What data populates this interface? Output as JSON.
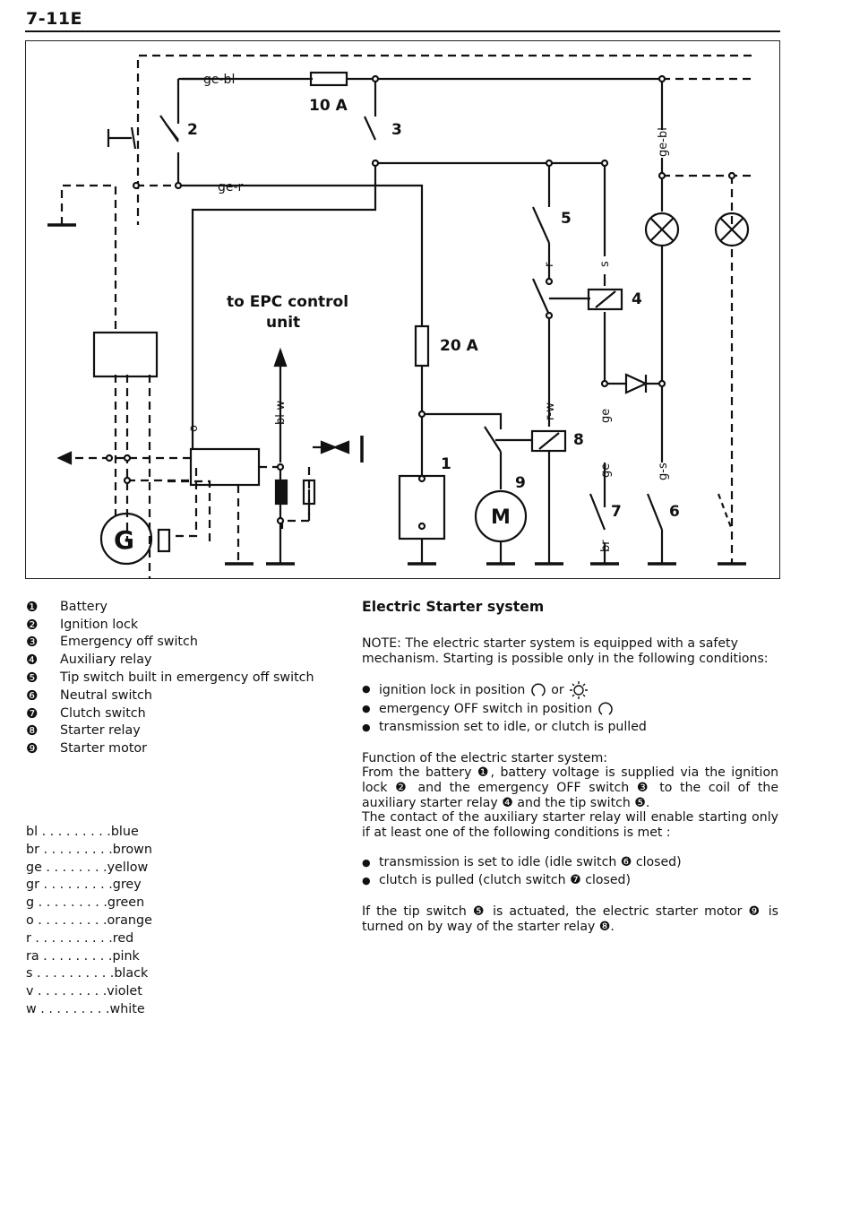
{
  "page_number": "7-11E",
  "diagram": {
    "labels": {
      "ge_bl_top": "ge-bl",
      "fuse_10": "10 A",
      "fuse_20": "20 A",
      "ge_r": "ge-r",
      "ge_bl_vert": "ge-bl",
      "to_epc_line1": "to EPC control",
      "to_epc_line2": "unit",
      "bl_w": "bl-w",
      "o": "o",
      "r": "r",
      "s": "s",
      "r_w": "r-w",
      "ge_upper": "ge",
      "ge_lower": "ge",
      "g_s": "g-s",
      "br": "br",
      "generator": "G",
      "motor": "M",
      "n1": "1",
      "n2": "2",
      "n3": "3",
      "n4": "4",
      "n5": "5",
      "n6": "6",
      "n7": "7",
      "n8": "8",
      "n9": "9"
    }
  },
  "legend": [
    {
      "num": "❶",
      "label": "Battery"
    },
    {
      "num": "❷",
      "label": "Ignition lock"
    },
    {
      "num": "❸",
      "label": "Emergency off switch"
    },
    {
      "num": "❹",
      "label": "Auxiliary relay"
    },
    {
      "num": "❺",
      "label": "Tip switch built in emergency off switch"
    },
    {
      "num": "❻",
      "label": "Neutral switch"
    },
    {
      "num": "❼",
      "label": "Clutch switch"
    },
    {
      "num": "❽",
      "label": "Starter relay"
    },
    {
      "num": "❾",
      "label": "Starter motor"
    }
  ],
  "color_codes": [
    "bl . . . . . . . . .blue",
    "br . . . . . . . . .brown",
    "ge  . . . . . . . .yellow",
    "gr . . . . . . . . .grey",
    "g  . . . . . . . . .green",
    "o  . . . . . . . . .orange",
    "r . . . . . . . . . .red",
    "ra . . . . . . . . .pink",
    "s . . . . . . . . . .black",
    "v  . . . . . . . . .violet",
    "w  . . . . . . . . .white"
  ],
  "section": {
    "title": "Electric Starter system",
    "note": "NOTE: The electric starter system is equipped with a safety mechanism. Starting is possible only in the following conditions:",
    "conditions": {
      "c1_a": "ignition lock in position",
      "c1_or": "or",
      "c2": "emergency OFF switch in position",
      "c3": "transmission set to idle, or clutch is pulled"
    },
    "function_heading": "Function of the electric starter system:",
    "function_p1": "From the battery ❶, battery voltage is supplied via the ignition lock ❷ and the emergency OFF switch ❸ to the coil of the auxiliary starter relay ❹ and the tip switch ❺.",
    "function_p2": "The contact of the auxiliary starter relay will enable starting only if at least one of the following conditions is met :",
    "enable_conditions": [
      "transmission is set to idle (idle switch ❻ closed)",
      "clutch is pulled (clutch switch ❼ closed)"
    ],
    "closing": "If the tip switch ❺ is actuated, the electric starter motor ❾ is turned on by way of the starter relay ❽."
  }
}
